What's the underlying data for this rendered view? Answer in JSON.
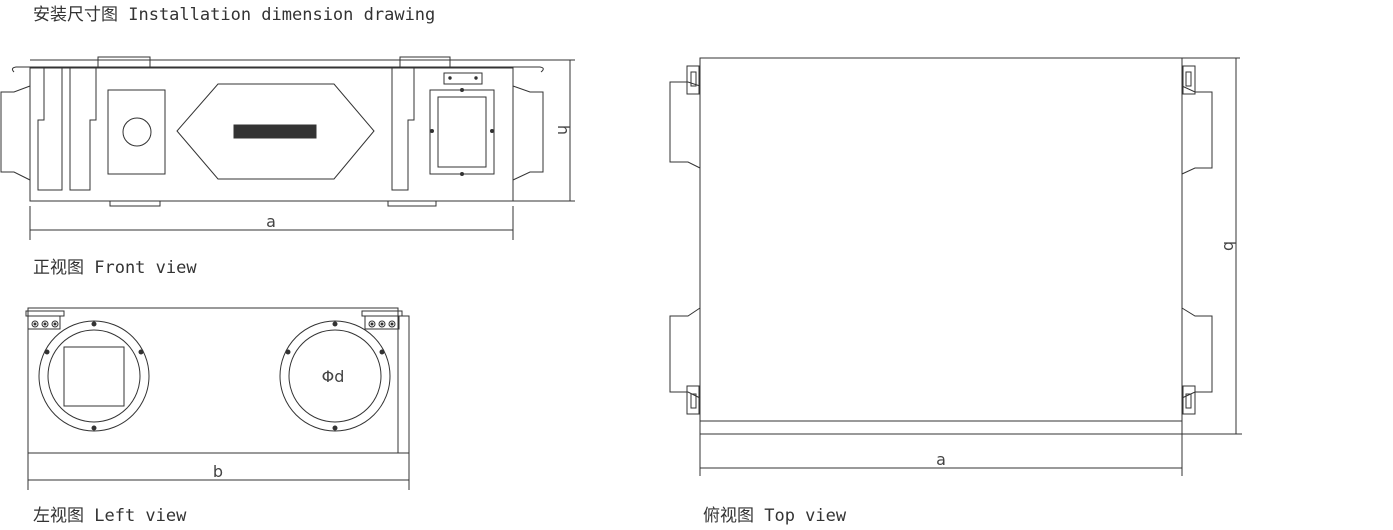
{
  "page_title": "安装尺寸图 Installation dimension drawing",
  "views": {
    "front": {
      "caption": "正视图 Front view",
      "width_label": "a",
      "height_label": "h"
    },
    "left": {
      "caption": "左视图 Left view",
      "width_label": "b",
      "duct_label": "Φd"
    },
    "top": {
      "caption": "俯视图 Top view",
      "width_label": "a",
      "depth_label": "b"
    }
  },
  "colors": {
    "line": "#333333",
    "background": "#ffffff"
  }
}
